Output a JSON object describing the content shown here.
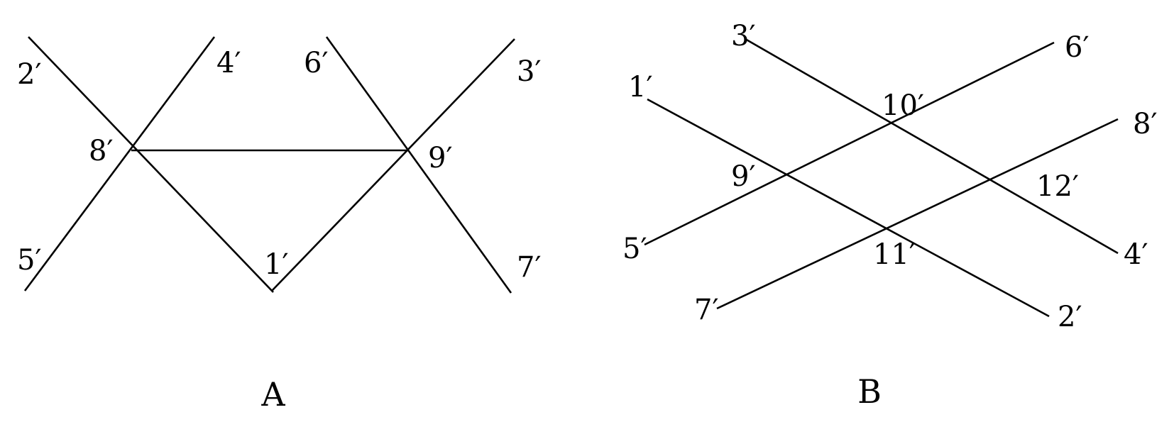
{
  "colors": {
    "line": "#000000",
    "background": "#ffffff"
  },
  "diagrams": [
    {
      "caption": "A",
      "labels": [
        "2′",
        "4′",
        "6′",
        "3′",
        "8′",
        "9′",
        "5′",
        "1′",
        "7′"
      ]
    },
    {
      "caption": "B",
      "labels": [
        "3′",
        "6′",
        "1′",
        "10′",
        "8′",
        "9′",
        "12′",
        "5′",
        "4′",
        "11′",
        "7′",
        "2′"
      ]
    }
  ]
}
